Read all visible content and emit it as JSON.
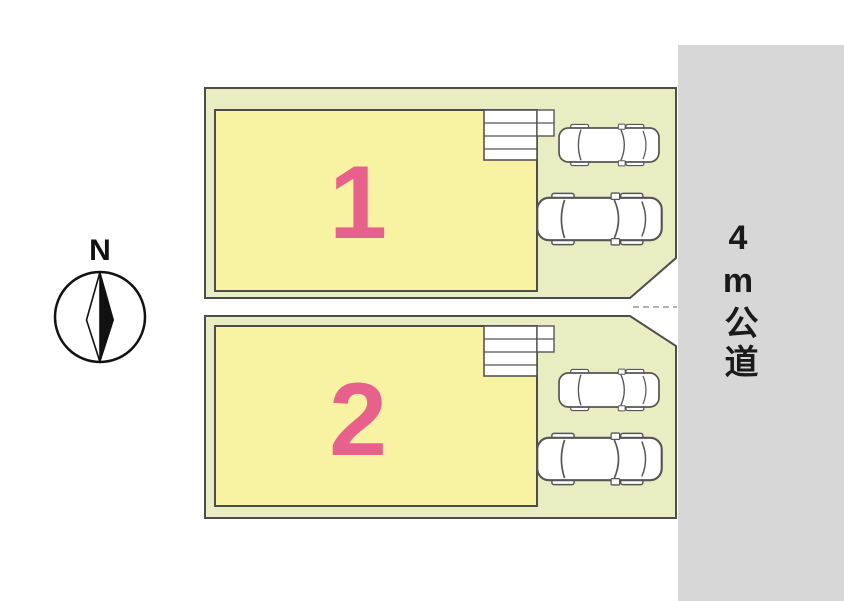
{
  "diagram": {
    "type": "real-estate-site-plan",
    "compass": {
      "north_label": "N"
    },
    "road": {
      "label": "4m公道"
    },
    "lots": [
      {
        "number": "1"
      },
      {
        "number": "2"
      }
    ],
    "colors": {
      "parcel_fill": "#e9edc2",
      "building_fill": "#f8f3a3",
      "lot_number_pink": "#e8618c",
      "road_fill": "#d7d7d7",
      "outline": "#4d4d4d"
    }
  }
}
